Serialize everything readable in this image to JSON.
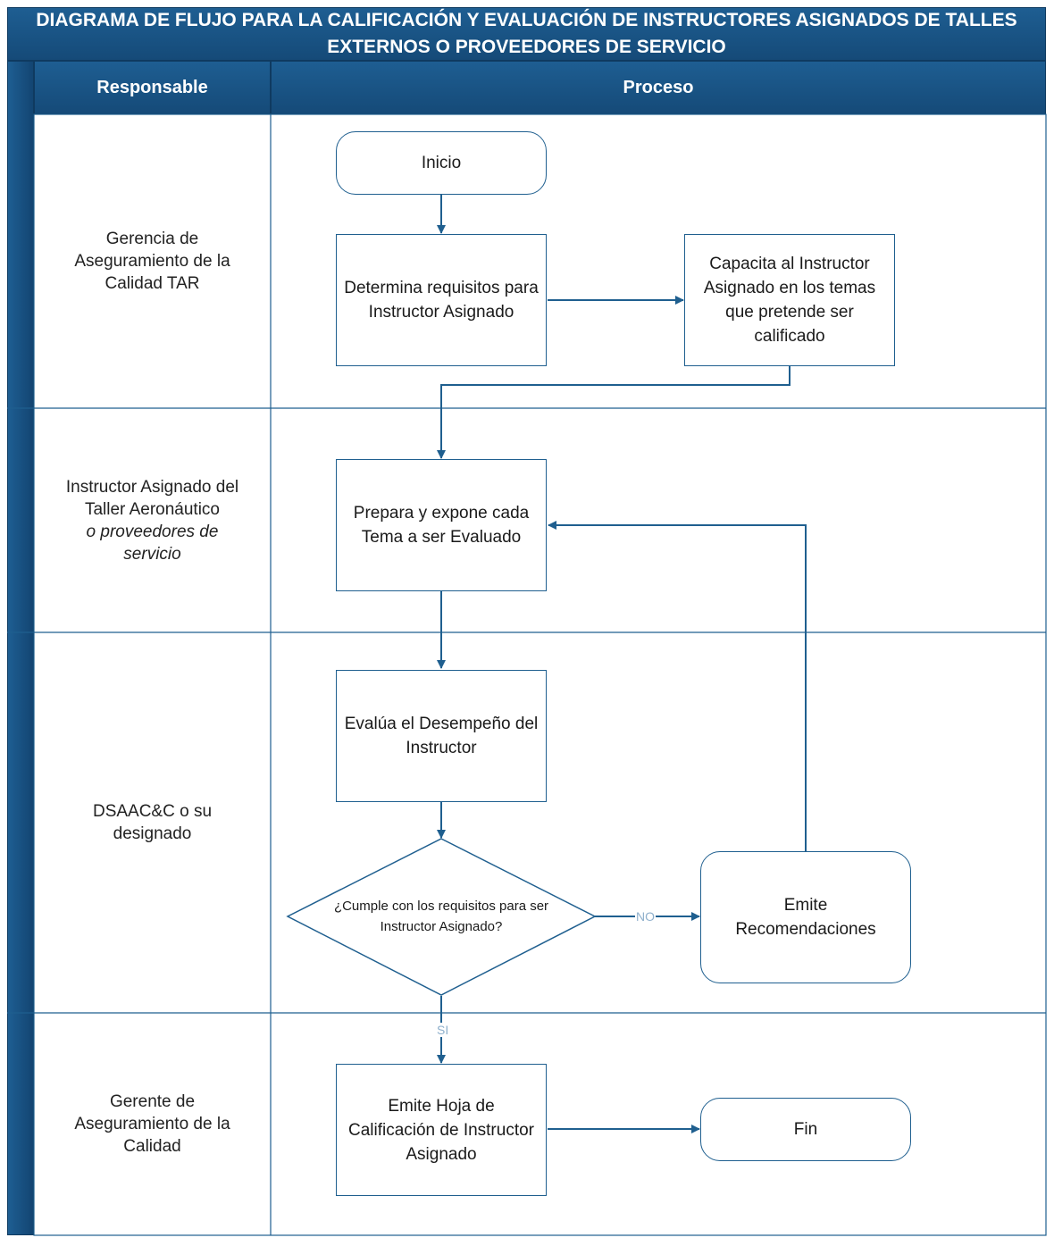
{
  "title": "DIAGRAMA DE FLUJO PARA LA CALIFICACIÓN Y EVALUACIÓN DE INSTRUCTORES ASIGNADOS DE TALLES EXTERNOS O PROVEEDORES DE SERVICIO",
  "columns": {
    "responsible": "Responsable",
    "process": "Proceso"
  },
  "lanes": [
    {
      "label": "Gerencia de Aseguramiento de la Calidad TAR",
      "label_italic": ""
    },
    {
      "label": "Instructor Asignado del Taller Aeronáutico",
      "label_italic": "o proveedores de servicio"
    },
    {
      "label": "DSAAC&C o su designado",
      "label_italic": ""
    },
    {
      "label": "Gerente de Aseguramiento de la Calidad",
      "label_italic": ""
    }
  ],
  "nodes": {
    "start": "Inicio",
    "determine": "Determina requisitos para Instructor Asignado",
    "train": "Capacita al Instructor Asignado en los temas que pretende ser calificado",
    "prepare": "Prepara y expone cada Tema a ser Evaluado",
    "evaluate": "Evalúa el Desempeño del Instructor",
    "decision": "¿Cumple con los requisitos para  ser Instructor  Asignado?",
    "recommend": "Emite Recomendaciones",
    "issue": "Emite Hoja de Calificación de Instructor Asignado",
    "end": "Fin"
  },
  "edge_labels": {
    "no": "NO",
    "yes": "SI"
  },
  "colors": {
    "header": "#1a5585",
    "line": "#1f5f8f",
    "label": "#8fb0cc"
  }
}
